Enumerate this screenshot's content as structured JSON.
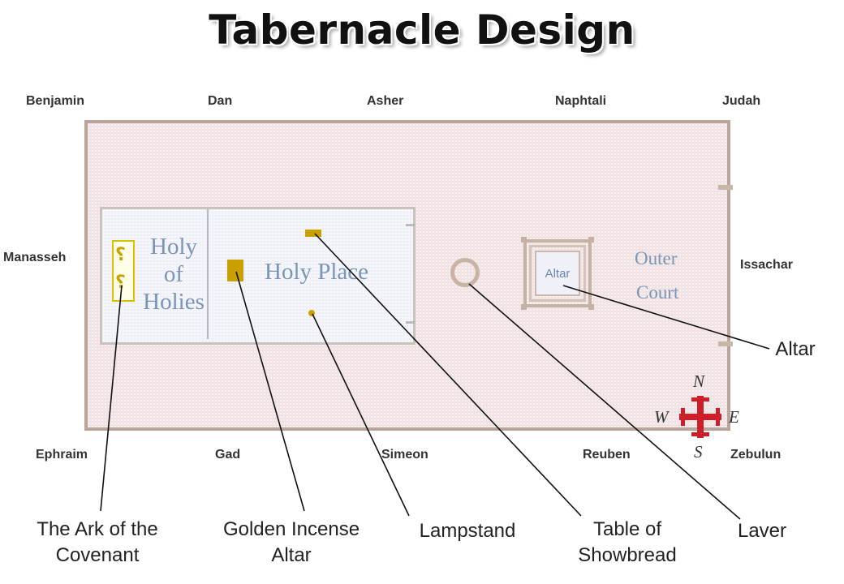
{
  "title": "Tabernacle Design",
  "tribes": {
    "north": [
      "Benjamin",
      "Dan",
      "Asher",
      "Naphtali",
      "Judah"
    ],
    "west": "Manasseh",
    "east": "Issachar",
    "south": [
      "Ephraim",
      "Gad",
      "Simeon",
      "Reuben",
      "Zebulun"
    ]
  },
  "rooms": {
    "holy_of_holies": [
      "Holy",
      "of",
      "Holies"
    ],
    "holy_place": "Holy Place",
    "altar": "Altar",
    "outer_court": [
      "Outer",
      "Court"
    ]
  },
  "callouts": {
    "ark": [
      "The Ark of the",
      "Covenant"
    ],
    "incense": [
      "Golden Incense",
      "Altar"
    ],
    "lampstand": "Lampstand",
    "table": [
      "Table of",
      "Showbread"
    ],
    "laver": "Laver",
    "altar": "Altar"
  },
  "compass": {
    "n": "N",
    "s": "S",
    "e": "E",
    "w": "W"
  },
  "colors": {
    "court_fill": "#f1e2e3",
    "court_border": "#b9a59b",
    "gold": "#c8a000",
    "label_blue": "#7a95b7",
    "compass_red": "#cc1f2a"
  }
}
